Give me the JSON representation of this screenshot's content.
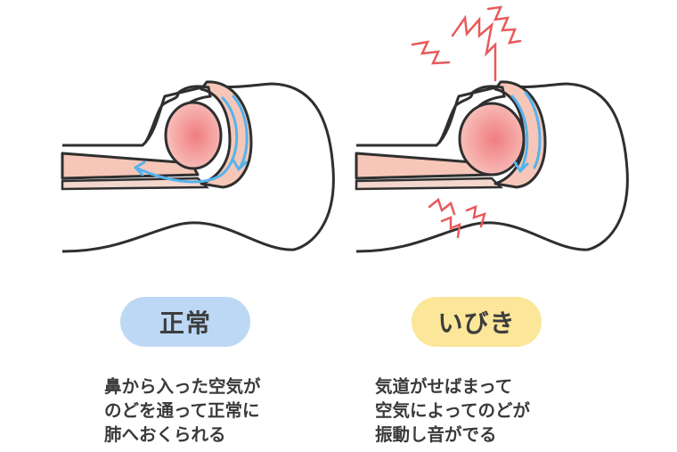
{
  "panels": [
    {
      "label": "正常",
      "label_color": "#bcd8f5",
      "description": [
        "鼻から入った空気が",
        "のどを通って正常に",
        "肺へおくられる"
      ]
    },
    {
      "label": "いびき",
      "label_color": "#fbe69a",
      "description": [
        "気道がせばまって",
        "空気によってのどが",
        "振動し音がでる"
      ]
    }
  ],
  "colors": {
    "outline": "#2f2f2f",
    "airway": "#f6c7b8",
    "tongue": "#f7b3ae",
    "airflow_arrow": "#55b3ee",
    "vibration": "#e8595b"
  }
}
